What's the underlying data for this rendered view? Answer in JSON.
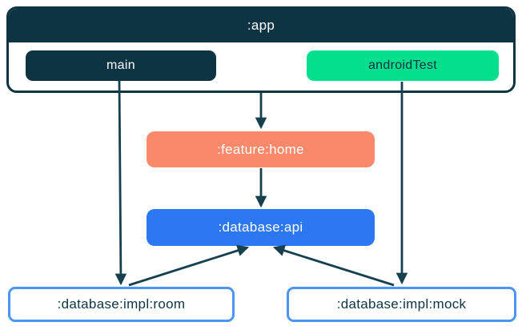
{
  "diagram": {
    "app": {
      "label": ":app",
      "source_sets": [
        {
          "label": "main"
        },
        {
          "label": "androidTest"
        }
      ]
    },
    "modules": [
      {
        "label": ":feature:home"
      },
      {
        "label": ":database:api"
      },
      {
        "label": ":database:impl:room"
      },
      {
        "label": ":database:impl:mock"
      }
    ],
    "dependencies": [
      {
        "from": ":app",
        "to": ":feature:home"
      },
      {
        "from": ":feature:home",
        "to": ":database:api"
      },
      {
        "from": "main",
        "to": ":database:impl:room"
      },
      {
        "from": "androidTest",
        "to": ":database:impl:mock"
      },
      {
        "from": ":database:impl:room",
        "to": ":database:api"
      },
      {
        "from": ":database:impl:mock",
        "to": ":database:api"
      }
    ],
    "colors": {
      "navy": "#0e3444",
      "green": "#04df8d",
      "coral": "#f9896a",
      "blue": "#2d78f2",
      "outline-blue": "#4c94f6",
      "arrow": "#17404f",
      "white": "#ffffff"
    }
  }
}
